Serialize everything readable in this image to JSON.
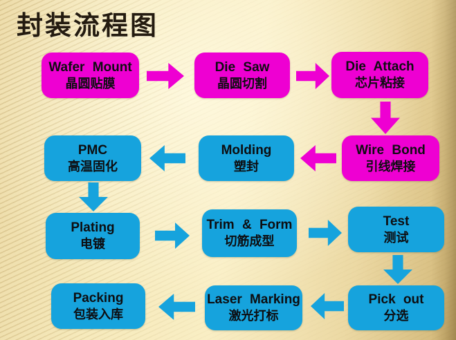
{
  "title": "封装流程图",
  "colors": {
    "magenta": "#ee00d2",
    "cyan": "#16a3dd",
    "box_text": "#0d0d10",
    "title_text": "#241b10",
    "background_center": "#f9eec4",
    "background_edge": "#c3a768"
  },
  "nodes": [
    {
      "id": "wafer-mount",
      "en": "Wafer Mount",
      "zh": "晶圆贴膜",
      "color": "magenta"
    },
    {
      "id": "die-saw",
      "en": "Die Saw",
      "zh": "晶圆切割",
      "color": "magenta"
    },
    {
      "id": "die-attach",
      "en": "Die Attach",
      "zh": "芯片粘接",
      "color": "magenta"
    },
    {
      "id": "wire-bond",
      "en": "Wire Bond",
      "zh": "引线焊接",
      "color": "magenta"
    },
    {
      "id": "molding",
      "en": "Molding",
      "zh": "塑封",
      "color": "cyan"
    },
    {
      "id": "pmc",
      "en": "PMC",
      "zh": "高温固化",
      "color": "cyan"
    },
    {
      "id": "plating",
      "en": "Plating",
      "zh": "电镀",
      "color": "cyan"
    },
    {
      "id": "trim-form",
      "en": "Trim & Form",
      "zh": "切筋成型",
      "color": "cyan"
    },
    {
      "id": "test",
      "en": "Test",
      "zh": "测试",
      "color": "cyan"
    },
    {
      "id": "pick-out",
      "en": "Pick out",
      "zh": "分选",
      "color": "cyan"
    },
    {
      "id": "laser-marking",
      "en": "Laser Marking",
      "zh": "激光打标",
      "color": "cyan"
    },
    {
      "id": "packing",
      "en": "Packing",
      "zh": "包装入库",
      "color": "cyan"
    }
  ],
  "arrows": [
    {
      "from": "wafer-mount",
      "to": "die-saw",
      "direction": "right",
      "color": "magenta"
    },
    {
      "from": "die-saw",
      "to": "die-attach",
      "direction": "right",
      "color": "magenta"
    },
    {
      "from": "die-attach",
      "to": "wire-bond",
      "direction": "down",
      "color": "magenta"
    },
    {
      "from": "wire-bond",
      "to": "molding",
      "direction": "left",
      "color": "magenta"
    },
    {
      "from": "molding",
      "to": "pmc",
      "direction": "left",
      "color": "cyan"
    },
    {
      "from": "pmc",
      "to": "plating",
      "direction": "down",
      "color": "cyan"
    },
    {
      "from": "plating",
      "to": "trim-form",
      "direction": "right",
      "color": "cyan"
    },
    {
      "from": "trim-form",
      "to": "test",
      "direction": "right",
      "color": "cyan"
    },
    {
      "from": "test",
      "to": "pick-out",
      "direction": "down",
      "color": "cyan"
    },
    {
      "from": "pick-out",
      "to": "laser-marking",
      "direction": "left",
      "color": "cyan"
    },
    {
      "from": "laser-marking",
      "to": "packing",
      "direction": "left",
      "color": "cyan"
    }
  ]
}
